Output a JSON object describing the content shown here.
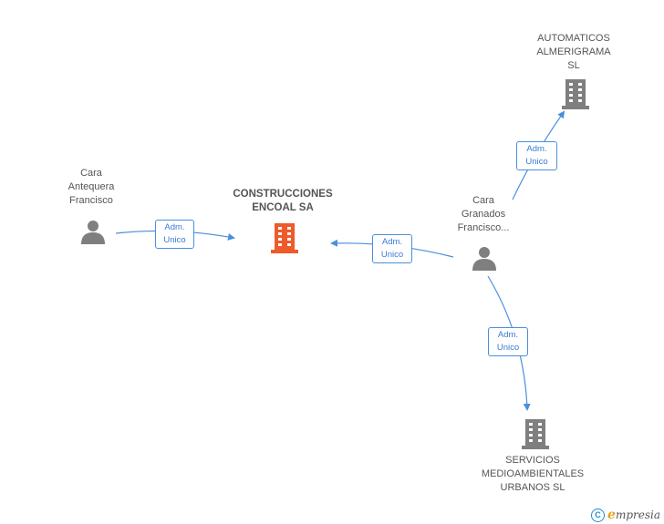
{
  "colors": {
    "edge": "#4a8fdc",
    "person": "#7f7f7f",
    "company": "#7f7f7f",
    "company_main": "#ef5a2a"
  },
  "nodes": {
    "person_antequera": {
      "icon": "person-icon",
      "lines": [
        "Cara",
        "Antequera",
        "Francisco"
      ]
    },
    "company_main": {
      "icon": "building-icon",
      "lines": [
        "CONSTRUCCIONES",
        "ENCOAL SA"
      ]
    },
    "person_granados": {
      "icon": "person-icon",
      "lines": [
        "Cara",
        "Granados",
        "Francisco..."
      ]
    },
    "company_automaticos": {
      "icon": "building-icon",
      "lines": [
        "AUTOMATICOS",
        "ALMERIGRAMA",
        "SL"
      ]
    },
    "company_servicios": {
      "icon": "building-icon",
      "lines": [
        "SERVICIOS",
        "MEDIOAMBIENTALES",
        "URBANOS SL"
      ]
    }
  },
  "edges": [
    {
      "from": "person_antequera",
      "to": "company_main",
      "lines": [
        "Adm.",
        "Unico"
      ]
    },
    {
      "from": "person_granados",
      "to": "company_main",
      "lines": [
        "Adm.",
        "Unico"
      ]
    },
    {
      "from": "person_granados",
      "to": "company_automaticos",
      "lines": [
        "Adm.",
        "Unico"
      ]
    },
    {
      "from": "person_granados",
      "to": "company_servicios",
      "lines": [
        "Adm.",
        "Unico"
      ]
    }
  ],
  "footer": {
    "copyright_symbol": "C",
    "brand_initial": "e",
    "brand_rest": "mpresia"
  }
}
